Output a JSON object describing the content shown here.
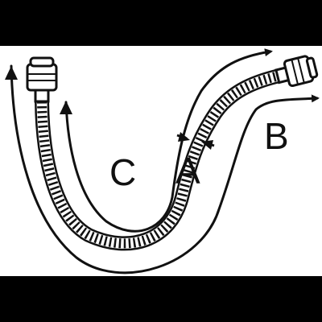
{
  "diagram": {
    "labels": {
      "a": "A",
      "b": "B",
      "c": "C"
    },
    "colors": {
      "background": "#000000",
      "panel": "#ffffff",
      "ink": "#111111"
    }
  }
}
